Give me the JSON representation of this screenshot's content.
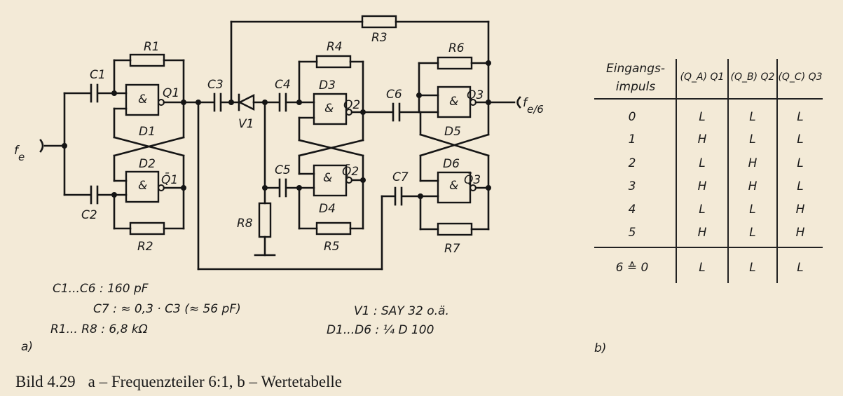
{
  "circuit": {
    "input_label": "f",
    "input_sub": "e",
    "output_label": "f",
    "output_sub": "e/6",
    "resistors": [
      "R1",
      "R2",
      "R3",
      "R4",
      "R5",
      "R6",
      "R7",
      "R8"
    ],
    "capacitors": [
      "C1",
      "C2",
      "C3",
      "C4",
      "C5",
      "C6",
      "C7"
    ],
    "gates": [
      "D1",
      "D2",
      "D3",
      "D4",
      "D5",
      "D6"
    ],
    "gate_symbol": "&",
    "outputs": [
      "Q1",
      "Q̄1",
      "Q2",
      "Q̄2",
      "Q3",
      "Q̄3"
    ],
    "diode": "V1",
    "part_label": "a)"
  },
  "notes": {
    "c_values": "C1...C6 : 160 pF",
    "c7_value": "C7 : ≈ 0,3 · C3 (≈ 56 pF)",
    "r_values": "R1... R8 : 6,8 kΩ",
    "v1_value": "V1 : SAY 32 o.ä.",
    "d_values": "D1...D6 : ¼ D 100"
  },
  "table": {
    "part_label": "b)",
    "headers": [
      "Eingangs-",
      "impuls",
      "(Q_A) Q1",
      "(Q_B) Q2",
      "(Q_C) Q3"
    ],
    "rows": [
      {
        "impuls": "0",
        "q1": "L",
        "q2": "L",
        "q3": "L"
      },
      {
        "impuls": "1",
        "q1": "H",
        "q2": "L",
        "q3": "L"
      },
      {
        "impuls": "2",
        "q1": "L",
        "q2": "H",
        "q3": "L"
      },
      {
        "impuls": "3",
        "q1": "H",
        "q2": "H",
        "q3": "L"
      },
      {
        "impuls": "4",
        "q1": "L",
        "q2": "L",
        "q3": "H"
      },
      {
        "impuls": "5",
        "q1": "H",
        "q2": "L",
        "q3": "H"
      }
    ],
    "final_row": {
      "impuls": "6 ≙ 0",
      "q1": "L",
      "q2": "L",
      "q3": "L"
    }
  },
  "caption": {
    "figure": "Bild 4.29",
    "text": "a – Frequenzteiler 6:1, b – Wertetabelle"
  }
}
